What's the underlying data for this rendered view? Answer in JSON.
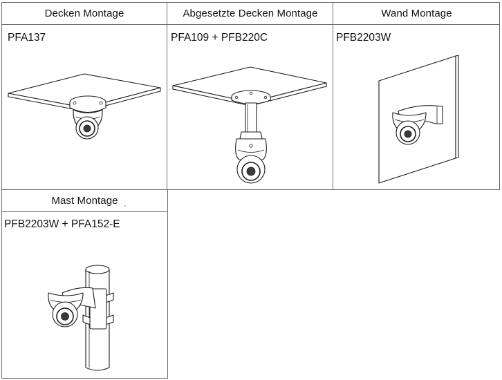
{
  "panels": [
    {
      "id": "ceiling",
      "title": "Decken Montage",
      "model": "PFA137",
      "icon": "ceiling-mount-drawing"
    },
    {
      "id": "pendant",
      "title": "Abgesetzte Decken Montage",
      "model": "PFA109 + PFB220C",
      "icon": "pendant-mount-drawing"
    },
    {
      "id": "wall",
      "title": "Wand Montage",
      "model": "PFB2203W",
      "icon": "wall-mount-drawing"
    },
    {
      "id": "pole",
      "title": "Mast Montage",
      "model": "PFB2203W + PFA152-E",
      "icon": "pole-mount-drawing"
    }
  ]
}
